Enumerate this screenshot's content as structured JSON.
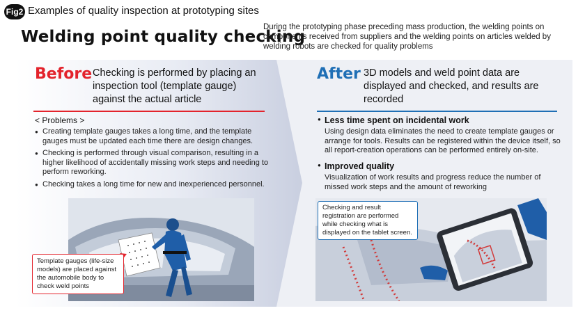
{
  "header": {
    "badge": "Fig2",
    "caption": "Examples of quality inspection at prototyping sites",
    "title": "Welding point quality checking",
    "intro": "During the prototyping phase preceding mass production, the welding points on components received from suppliers and the welding points on articles welded by welding robots are checked for quality problems"
  },
  "before": {
    "label": "Before",
    "description": "Checking is performed by placing an inspection tool (template gauge) against the actual article",
    "problems_title": "< Problems >",
    "problems": [
      "Creating template gauges takes a long time, and the template gauges must be updated each time there are design changes.",
      "Checking is performed through visual comparison, resulting in a higher likelihood of accidentally missing work steps and needing to perform reworking.",
      "Checking takes a long time for new and inexperienced personnel."
    ],
    "callout": "Template gauges (life-size models) are placed against the automobile body to check weld points"
  },
  "after": {
    "label": "After",
    "description": "3D models and weld point data are displayed and checked, and results are recorded",
    "benefits": [
      {
        "title": "Less time spent on incidental work",
        "text": "Using design data eliminates the need to create template gauges or arrange for tools. Results can be registered within the device itself, so all report-creation operations can be performed entirely on-site."
      },
      {
        "title": "Improved quality",
        "text": "Visualization of work results and progress reduce the number of missed work steps and the amount of reworking"
      }
    ],
    "callout": "Checking and result registration are performed while checking what is displayed on the tablet screen."
  },
  "colors": {
    "before_accent": "#e3232c",
    "after_accent": "#1f6fb5",
    "panel_bg": "#eef0f5"
  }
}
